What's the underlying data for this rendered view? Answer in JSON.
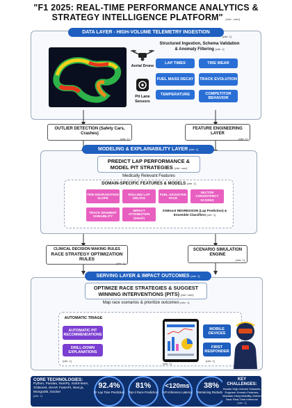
{
  "title": {
    "line1": "\"F1 2025: REAL-TIME PERFORMANCE ANALYTICS &",
    "line2": "STRATEGY INTELLIGENCE PLATFORM\"",
    "cite": "[cite: user]"
  },
  "data_layer": {
    "header": "DATA LAYER - HIGH-VOLUME TELEMETRY INGESTION",
    "cite": "[cite: 1]",
    "drone_label": "Aerial Drone",
    "sensor_label": "Pit Lane Sensors",
    "ingestion_title": "Structured Ingestion, Schema Validation & Anomaly Filtering",
    "ingestion_cite": "[cite: 1]",
    "metrics": [
      "LAP TIMES",
      "TIRE WEAR",
      "FUEL MASS DECAY",
      "TRACK EVOLUTION",
      "TEMPERATURE",
      "COMPETITOR BEHAVIOR"
    ]
  },
  "outlier": {
    "label": "OUTLIER DETECTION (Safety Cars, Crashes)",
    "cite": "[cite: 1]"
  },
  "feature_eng": {
    "label": "FEATURE ENGINEERING LAYER",
    "cite": "[cite: 1]"
  },
  "modeling": {
    "header": "MODELING & EXPLAINABILITY LAYER",
    "cite": "[cite: 1]",
    "predict": "PREDICT LAP PERFORMANCE & MODEL PIT STRATEGIES",
    "predict_cite": "[cite: user]",
    "medically": "Medically Relevant Features",
    "domain_title": "DOMAIN-SPECIFIC FEATURES & MODELS",
    "domain_cite": "[cite: 1]",
    "features": [
      "TIRE DEGRADATION SLOPE",
      "ROLLING LAP DELTAS",
      "FUEL-ADJUSTED PACE",
      "SECTOR CONSISTENCY SCORES",
      "TRACK SEGMENT VARIABILITY",
      "IMPACT ATTRIBUTION (SHAP)"
    ],
    "xgb": "XGBoost REGRESSION (Lap Prediction) & Ensemble Classifiers",
    "xgb_cite": "[cite: 1]"
  },
  "clinical": {
    "line1": "CLINICAL DECISION MAKING RULES",
    "line2": "RACE STRATEGY OPTIMIZATION RULES",
    "cite": "[cite: 1]"
  },
  "scenario": {
    "label": "SCENARIO SIMULATION ENGINE",
    "cite": "[cite: 1]"
  },
  "serving": {
    "header": "SERVING LAYER & IMPACT OUTCOMES",
    "cite": "[cite: 1]",
    "optimize": "OPTIMIZE RACE STRATEGIES & SUGGEST WINNING INTERVENTIONS (PITS)",
    "optimize_cite": "[cite: user]",
    "map": "Map race scenarios & prioritize outcomes",
    "map_cite": "[cite: 1]",
    "triage_title": "AUTOMATIC TRIAGE",
    "triage_items": [
      "AUTOMATIC PIT RECOMMENDATIONS",
      "DRILL-DOWN EXPLANATIONS"
    ],
    "triage_cite": "[cite: 1]",
    "devices": [
      "MOBILE DEVICES",
      "FIRST RESPONDER"
    ],
    "devices_cite": "[cite: 1]",
    "screen_cite": "[cite: 1]"
  },
  "footer": {
    "core_title": "CORE TECHNOLOGIES:",
    "core_text": "Python, Pandas, NumPy, Scikit-learn, XGBoost, SHAP, FastAPI, Next.js, MongoDB, Docker",
    "core_cite": "[cite: 1]",
    "stats": [
      {
        "value": "92.4%",
        "label": "R² Lap Time Prediction"
      },
      {
        "value": "81%",
        "label": "Top-3 Race Prediction"
      },
      {
        "value": "<120ms",
        "label": "API Inference Latency"
      },
      {
        "value": "38%",
        "label": "Retraining Reduction"
      }
    ],
    "challenges_title": "KEY CHALLENGES:",
    "challenges_text": "Handle High-Volume Datasets, Engineer Domain Features, Maintain Interpretability, Deliver Near Real-Time Inference",
    "challenges_cite": "[cite: 1]"
  },
  "colors": {
    "accent": "#1f5fbf",
    "pink": "#e85fc0",
    "purple": "#7b3fd1",
    "navy": "#0f2f6b"
  }
}
